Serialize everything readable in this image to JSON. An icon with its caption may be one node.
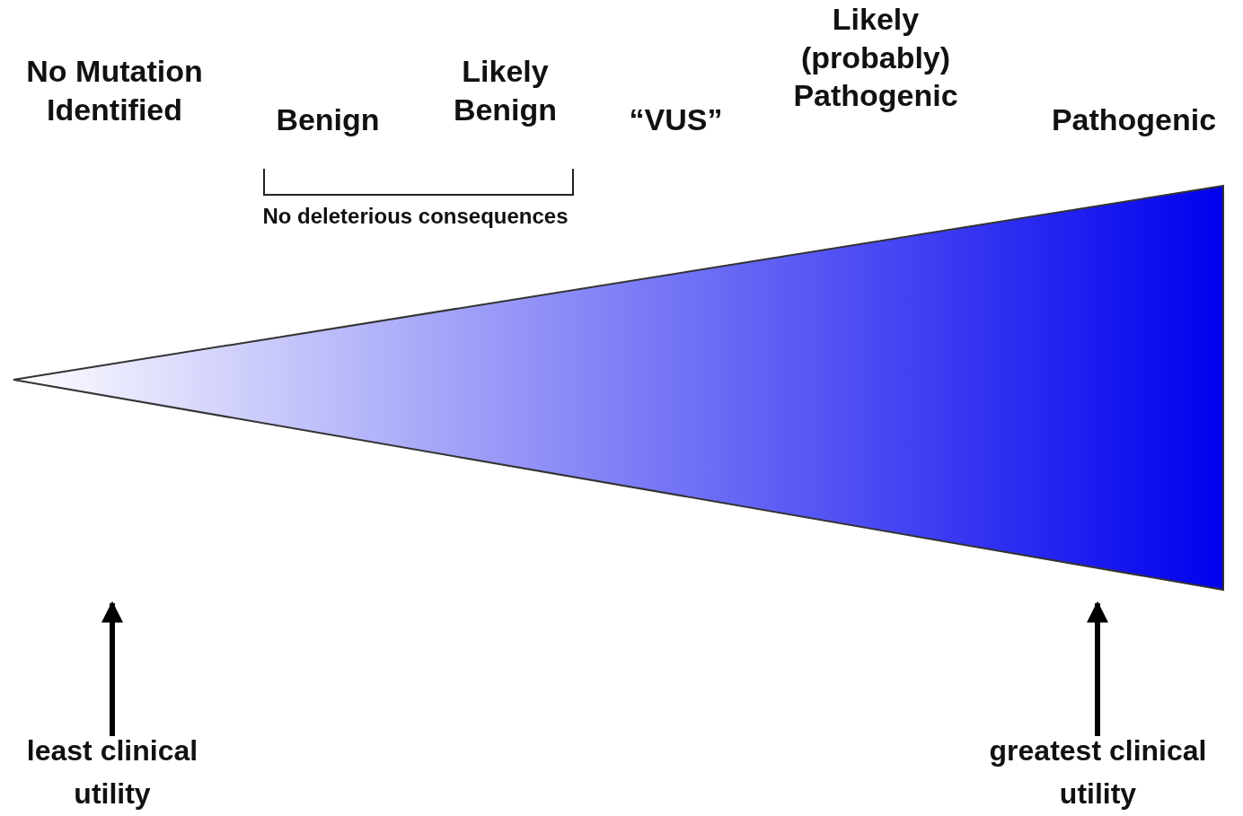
{
  "diagram": {
    "nodes": [
      {
        "text": [
          "least clinical utility"
        ]
      },
      {
        "text": [
          "greatest clinical utility"
        ]
      }
    ],
    "edges": [
      {
        "from": 0,
        "to": null,
        "arrow": "to"
      },
      {
        "from": 1,
        "to": null,
        "arrow": "to"
      }
    ],
    "labels": [
      "Likely (probably) Pathogenic",
      "No Mutation Identified",
      "Likely Benign",
      "Benign",
      "“VUS”",
      "Pathogenic",
      "No deleterious consequences"
    ]
  }
}
